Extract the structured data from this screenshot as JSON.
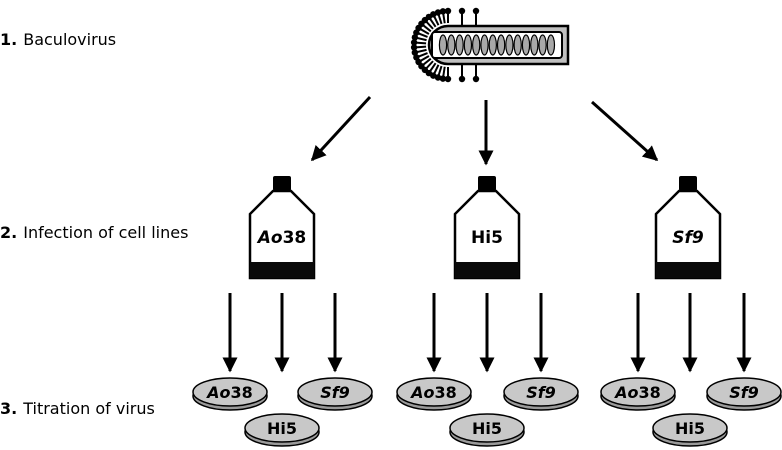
{
  "steps": [
    {
      "number": "1.",
      "label": "Baculovirus"
    },
    {
      "number": "2.",
      "label": "Infection of cell lines"
    },
    {
      "number": "3.",
      "label": "Titration of virus"
    }
  ],
  "cell_lines": [
    {
      "name": "Ao38",
      "italic_part": "Ao",
      "plain_part": "38"
    },
    {
      "name": "Hi5",
      "italic_part": "",
      "plain_part": "Hi5"
    },
    {
      "name": "Sf9",
      "italic_part": "Sf9",
      "plain_part": ""
    }
  ],
  "plates": [
    {
      "italic_part": "Ao",
      "plain_part": "38"
    },
    {
      "italic_part": "Sf9",
      "plain_part": ""
    },
    {
      "italic_part": "",
      "plain_part": "Hi5"
    }
  ],
  "colors": {
    "plate_fill": "#c8c8c8",
    "bottle_fill": "#ffffff",
    "liquid": "#0a0a0a",
    "virus_fill": "#c0c0c0",
    "capsid_segment": "#a8a8a8"
  }
}
